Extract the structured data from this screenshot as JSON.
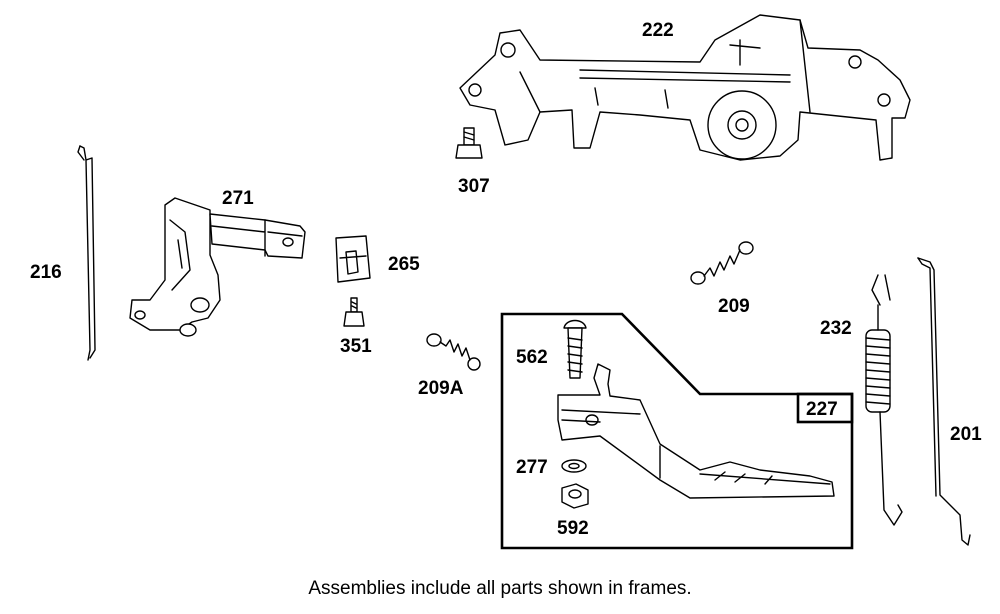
{
  "parts": [
    {
      "id": "p216",
      "number": "216"
    },
    {
      "id": "p271",
      "number": "271"
    },
    {
      "id": "p265",
      "number": "265"
    },
    {
      "id": "p351",
      "number": "351"
    },
    {
      "id": "p209A",
      "number": "209A"
    },
    {
      "id": "p222",
      "number": "222"
    },
    {
      "id": "p307",
      "number": "307"
    },
    {
      "id": "p209",
      "number": "209"
    },
    {
      "id": "p232",
      "number": "232"
    },
    {
      "id": "p201",
      "number": "201"
    },
    {
      "id": "p562",
      "number": "562"
    },
    {
      "id": "p277",
      "number": "277"
    },
    {
      "id": "p592",
      "number": "592"
    },
    {
      "id": "p227",
      "number": "227"
    }
  ],
  "caption": "Assemblies include all parts shown in frames."
}
